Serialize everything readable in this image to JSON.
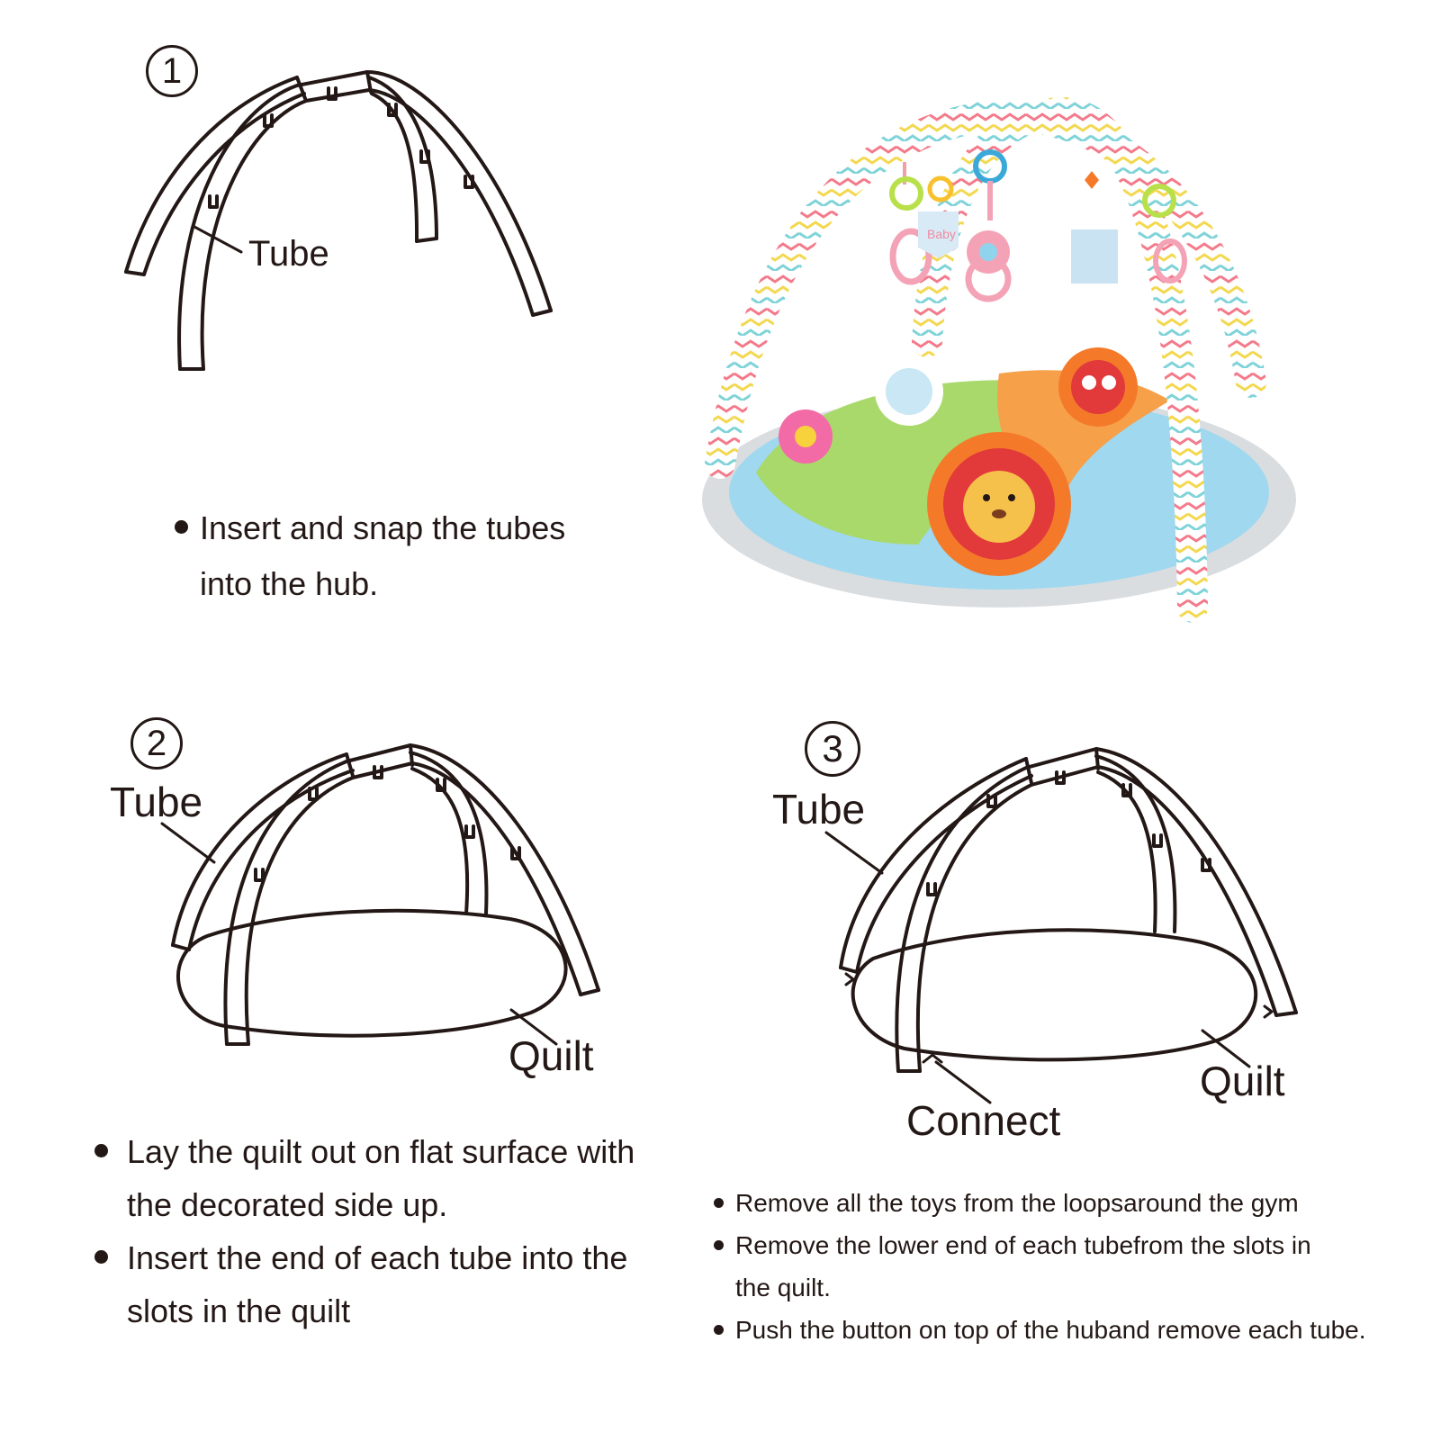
{
  "step1": {
    "number": "1",
    "tube_label": "Tube",
    "instructions": [
      "Insert and snap the tubes into the hub."
    ]
  },
  "step2": {
    "number": "2",
    "tube_label": "Tube",
    "quilt_label": "Quilt",
    "instructions": [
      "Lay the quilt out on flat surface with the decorated side up.",
      "Insert the end of each tube into the slots in the quilt"
    ]
  },
  "step3": {
    "number": "3",
    "tube_label": "Tube",
    "quilt_label": "Quilt",
    "connect_label": "Connect",
    "instructions": [
      "Remove all the toys from the loopsaround the gym",
      "Remove the lower end of each tubefrom the slots in the quilt.",
      "Push the button on top of the huband remove each tube."
    ]
  },
  "photo": {
    "toy_tag_text": "Baby",
    "colors": {
      "mat_edge": "#d9dde0",
      "mat_blue": "#9fd8ef",
      "mat_green": "#a9d96a",
      "mat_orange": "#f6a04a",
      "arch_pink": "#f47a8a",
      "arch_yellow": "#f3d84f",
      "arch_teal": "#7fd3d9"
    }
  }
}
